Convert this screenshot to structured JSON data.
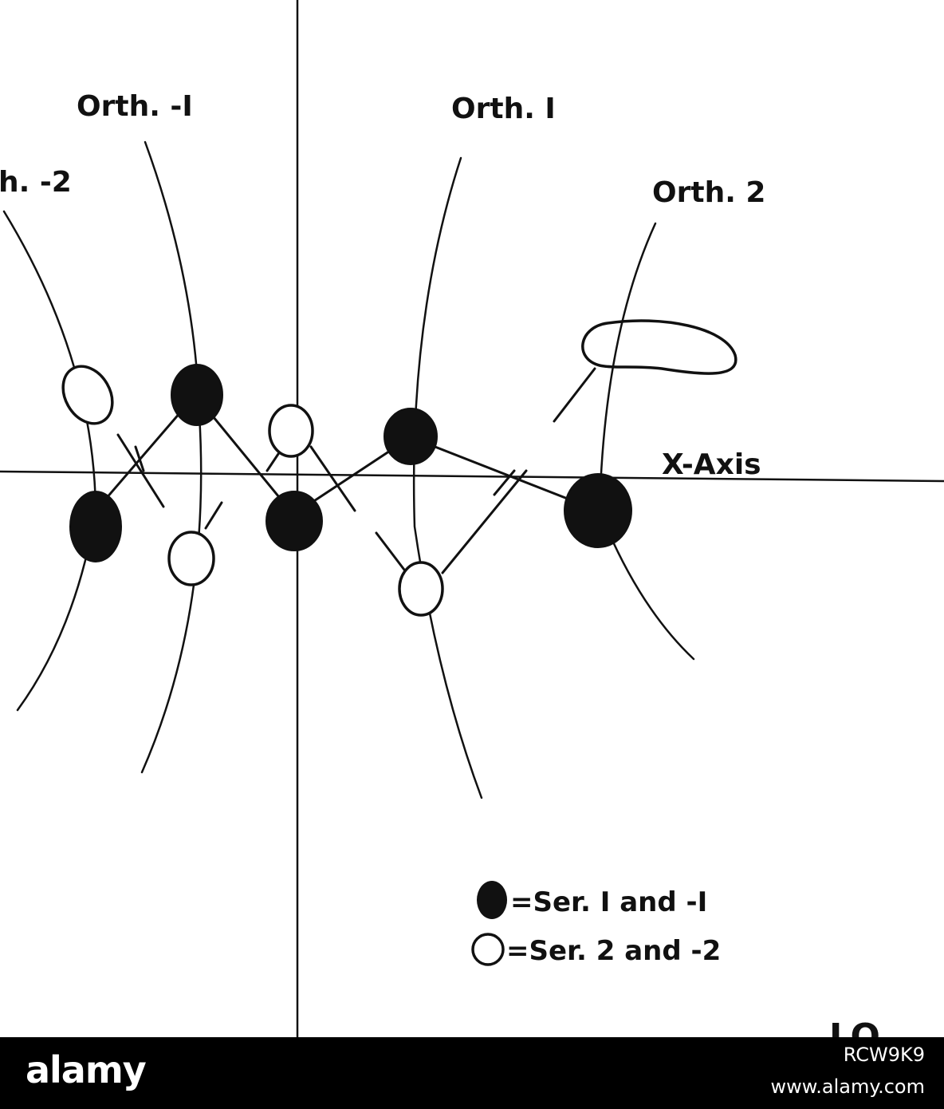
{
  "labels": {
    "orth_minus_2": "h. -2",
    "orth_minus_1": "Orth. -I",
    "orth_1": "Orth. I",
    "orth_2": "Orth. 2",
    "x_axis": "X-Axis"
  },
  "legend": {
    "filled": "=Ser. I and -I",
    "open": "=Ser. 2 and -2"
  },
  "corner_glyph": "LO",
  "footer": {
    "brand": "alamy",
    "image_id": "RCW9K9",
    "url": "www.alamy.com"
  },
  "colors": {
    "ink": "#111111",
    "background": "#ffffff",
    "footer_bg": "#000000",
    "footer_text": "#ffffff"
  }
}
